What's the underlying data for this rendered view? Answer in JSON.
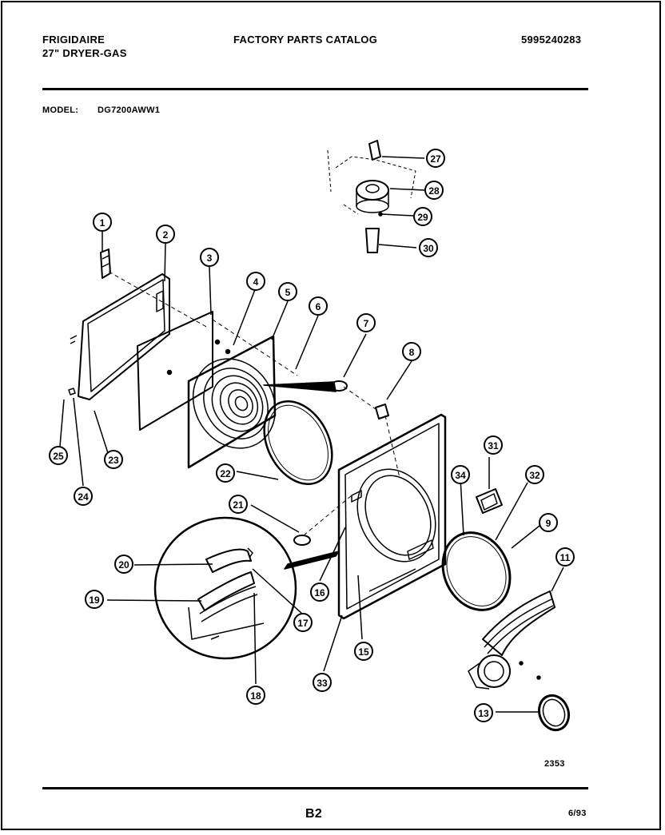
{
  "header": {
    "brand": "FRIGIDAIRE",
    "product": "27\" DRYER-GAS",
    "catalog_title": "FACTORY PARTS CATALOG",
    "catalog_number": "5995240283",
    "model_label": "MODEL:",
    "model_value": "DG7200AWW1"
  },
  "diagram": {
    "callouts": [
      "1",
      "2",
      "3",
      "4",
      "5",
      "6",
      "7",
      "8",
      "23",
      "24",
      "25",
      "22",
      "21",
      "20",
      "19",
      "18",
      "17",
      "16",
      "15",
      "33",
      "34",
      "31",
      "32",
      "9",
      "11",
      "13",
      "27",
      "28",
      "29",
      "30"
    ],
    "drawing_number": "2353"
  },
  "footer": {
    "page": "B2",
    "date": "6/93"
  }
}
